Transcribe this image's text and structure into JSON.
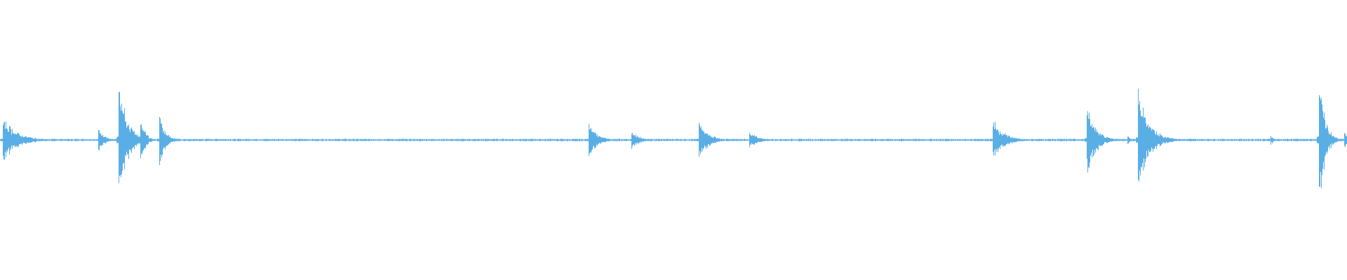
{
  "waveform": {
    "color": "#5aaee6",
    "baseline_color": "#5aaee6",
    "transients": [
      {
        "t": 0.002,
        "amp": 0.18,
        "decay": 0.01
      },
      {
        "t": 0.073,
        "amp": 0.1,
        "decay": 0.004
      },
      {
        "t": 0.088,
        "amp": 0.5,
        "decay": 0.006
      },
      {
        "t": 0.104,
        "amp": 0.22,
        "decay": 0.003
      },
      {
        "t": 0.118,
        "amp": 0.22,
        "decay": 0.004
      },
      {
        "t": 0.437,
        "amp": 0.14,
        "decay": 0.006
      },
      {
        "t": 0.469,
        "amp": 0.07,
        "decay": 0.006
      },
      {
        "t": 0.519,
        "amp": 0.18,
        "decay": 0.006
      },
      {
        "t": 0.556,
        "amp": 0.07,
        "decay": 0.006
      },
      {
        "t": 0.737,
        "amp": 0.16,
        "decay": 0.008
      },
      {
        "t": 0.807,
        "amp": 0.3,
        "decay": 0.006
      },
      {
        "t": 0.837,
        "amp": 0.04,
        "decay": 0.002
      },
      {
        "t": 0.845,
        "amp": 0.4,
        "decay": 0.008
      },
      {
        "t": 0.943,
        "amp": 0.04,
        "decay": 0.002
      },
      {
        "t": 0.979,
        "amp": 0.56,
        "decay": 0.004
      },
      {
        "t": 0.985,
        "amp": 0.06,
        "decay": 0.002
      },
      {
        "t": 0.998,
        "amp": 0.08,
        "decay": 0.002
      }
    ]
  }
}
